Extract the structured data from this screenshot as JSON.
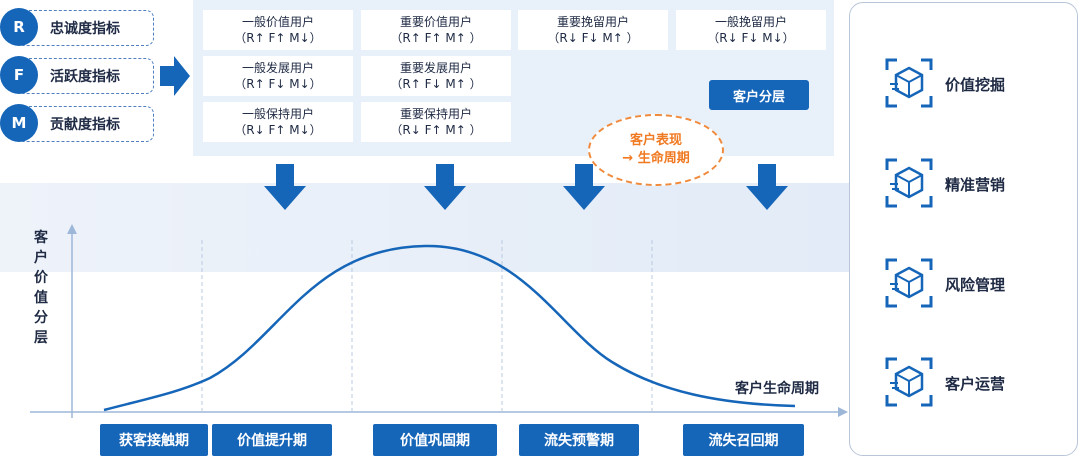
{
  "rfm_metrics": [
    {
      "letter": "R",
      "label": "忠诚度指标"
    },
    {
      "letter": "F",
      "label": "活跃度指标"
    },
    {
      "letter": "M",
      "label": "贡献度指标"
    }
  ],
  "segments": [
    {
      "name": "一般价值用户",
      "code": "（R↑ F↑ M↓）"
    },
    {
      "name": "重要价值用户",
      "code": "（R↑ F↑ M↑ ）"
    },
    {
      "name": "重要挽留用户",
      "code": "（R↓ F↓ M↑ ）"
    },
    {
      "name": "一般挽留用户",
      "code": "（R↓ F↓ M↓）"
    },
    {
      "name": "一般发展用户",
      "code": "（R↑ F↓ M↓）"
    },
    {
      "name": "重要发展用户",
      "code": "（R↑ F↓ M↑ ）"
    },
    {
      "name": "一般保持用户",
      "code": "（R↓ F↑ M↓）"
    },
    {
      "name": "重要保持用户",
      "code": "（R↓ F↑ M↑ ）"
    }
  ],
  "segment_button": "客户分层",
  "oval_lines": [
    "客户表现",
    "→ 生命周期"
  ],
  "y_axis_label": "客户价值分层",
  "x_axis_label": "客户生命周期",
  "phases": [
    "获客接触期",
    "价值提升期",
    "价值巩固期",
    "流失预警期",
    "流失召回期"
  ],
  "features": [
    {
      "label": "价值挖掘",
      "icon": "cube-box-icon"
    },
    {
      "label": "精准营销",
      "icon": "cube-box-icon"
    },
    {
      "label": "风险管理",
      "icon": "cube-box-icon"
    },
    {
      "label": "客户运营",
      "icon": "cube-box-icon"
    }
  ],
  "colors": {
    "primary": "#1565b8",
    "accent": "#f07a22",
    "band": "#e6eef8"
  }
}
